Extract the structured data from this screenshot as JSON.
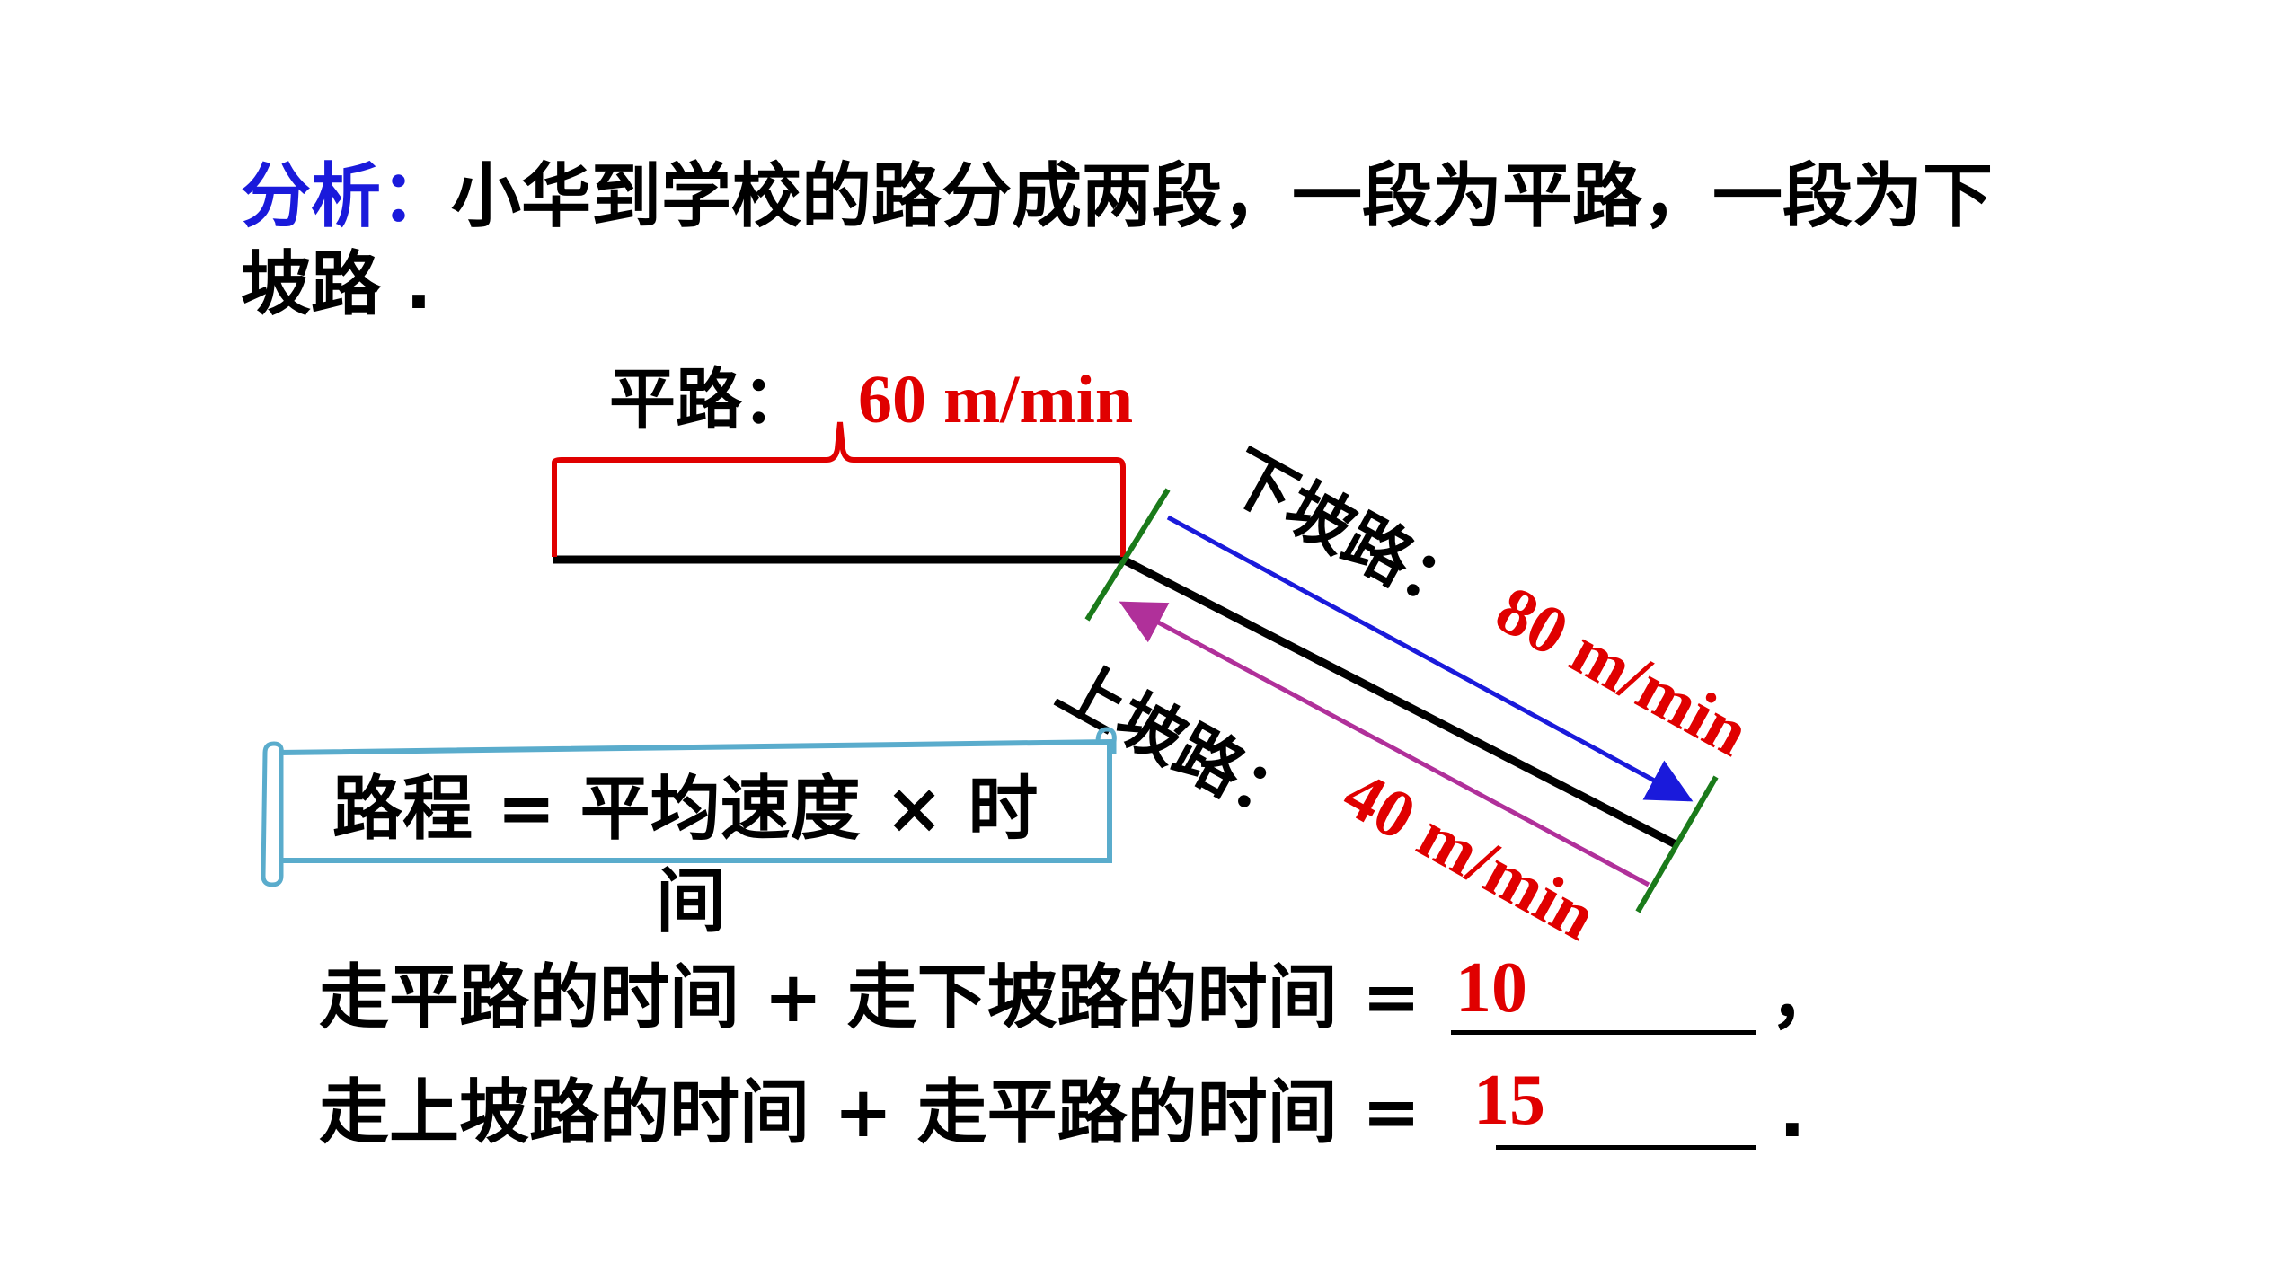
{
  "analysis": {
    "label": "分析：",
    "line1": "小华到学校的路分成两段，一段为平路，一段为下",
    "line2": "坡路 ."
  },
  "diagram": {
    "flat_label": "平路：",
    "flat_speed": "60 m/min",
    "downhill_label": "下坡路：",
    "downhill_speed": "80 m/min",
    "uphill_label": "上坡路：",
    "uphill_speed": "40 m/min"
  },
  "formula": {
    "line1": "路程 = 平均速度 × 时",
    "line2": "间"
  },
  "equations": [
    {
      "text": "走平路的时间 + 走下坡路的时间 =",
      "answer": "10",
      "end": "，"
    },
    {
      "text": "走上坡路的时间 + 走平路的时间 =",
      "answer": "15",
      "end": "."
    }
  ],
  "colors": {
    "analysis_label": "#1a1adb",
    "speed_text": "#e00000",
    "brace": "#e00000",
    "downhill_arrow": "#1a1adb",
    "uphill_arrow": "#b0309a",
    "tick": "#1a7a1a",
    "scroll_border": "#5aaccc"
  }
}
